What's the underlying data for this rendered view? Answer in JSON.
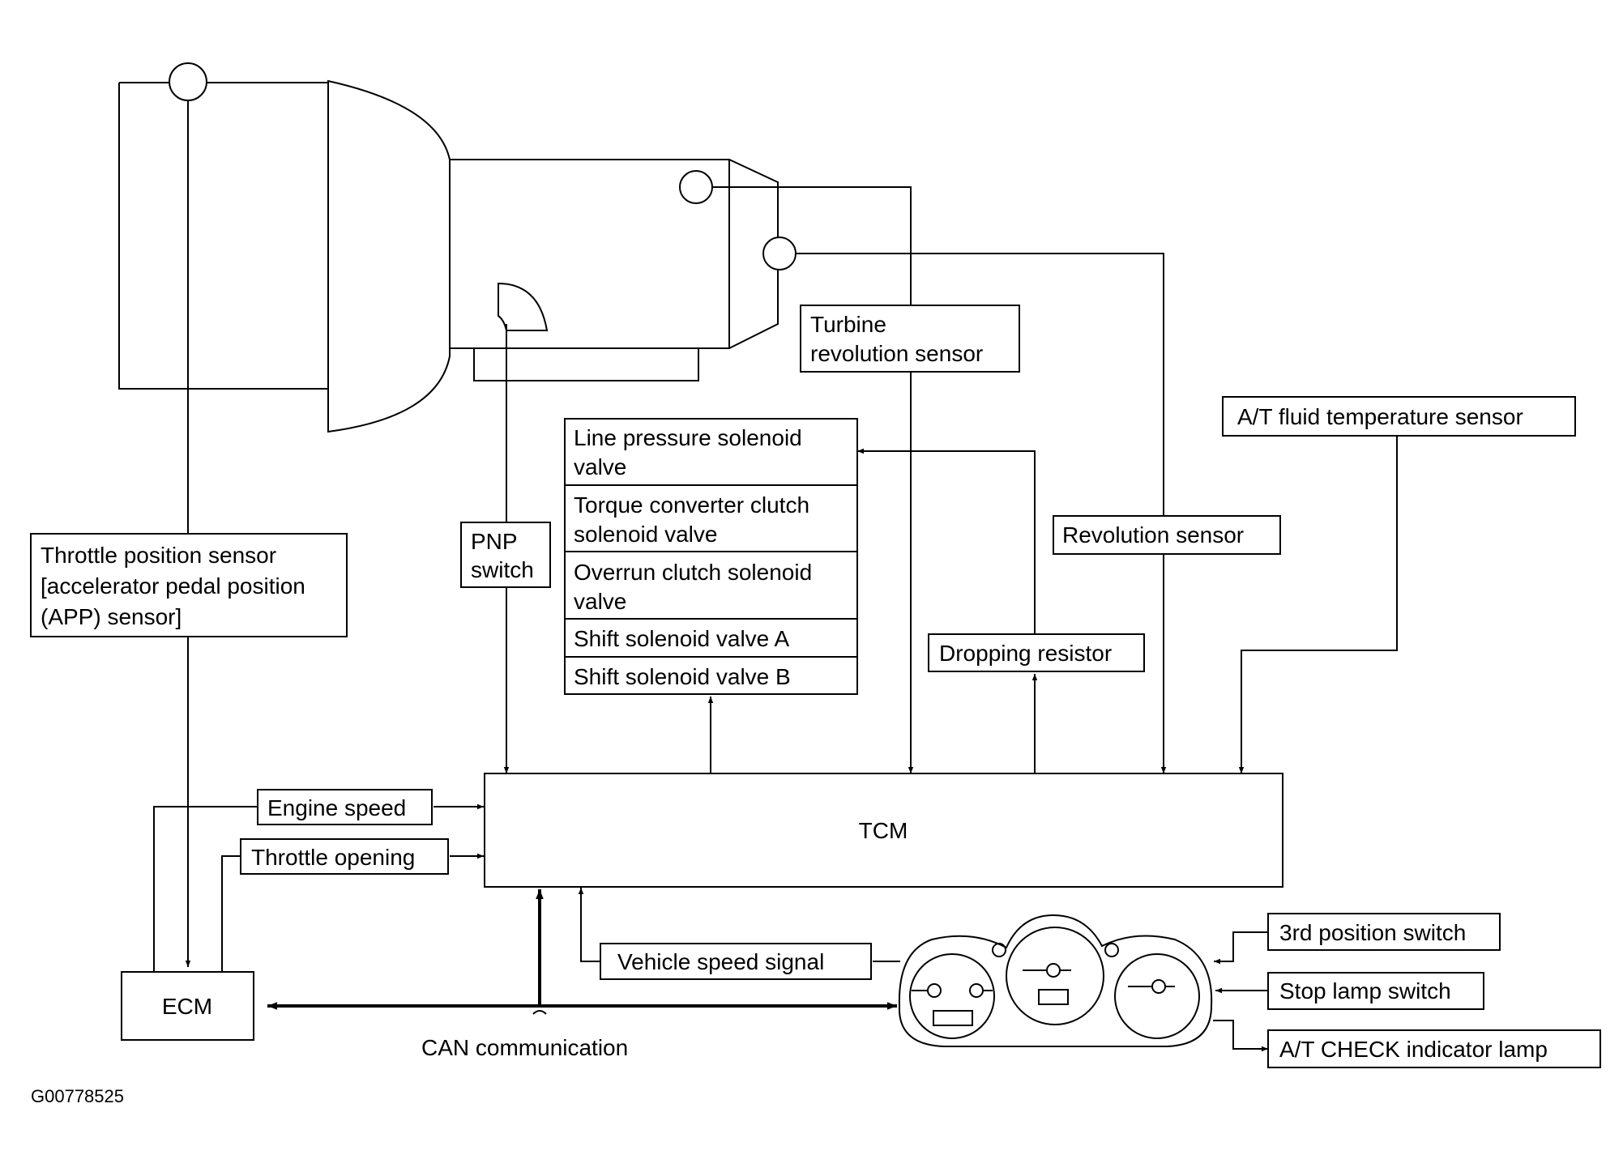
{
  "labels": {
    "tps_line1": "Throttle position sensor",
    "tps_line2": "[accelerator pedal position",
    "tps_line3": "(APP) sensor]",
    "pnp_line1": "PNP",
    "pnp_line2": "switch",
    "turbine_line1": "Turbine",
    "turbine_line2": "revolution sensor",
    "at_fluid_temp": "A/T fluid temperature sensor",
    "revolution_sensor": "Revolution sensor",
    "dropping_resistor": "Dropping resistor",
    "tcm": "TCM",
    "ecm": "ECM",
    "engine_speed": "Engine speed",
    "throttle_opening": "Throttle opening",
    "vehicle_speed_signal": "Vehicle speed signal",
    "can_communication": "CAN communication",
    "third_position_switch": "3rd position switch",
    "stop_lamp_switch": "Stop lamp switch",
    "at_check_lamp": "A/T CHECK indicator lamp",
    "figure_id": "G00778525"
  },
  "solenoids": [
    {
      "line1": "Line pressure solenoid",
      "line2": "valve"
    },
    {
      "line1": "Torque converter clutch",
      "line2": "solenoid valve"
    },
    {
      "line1": "Overrun clutch solenoid",
      "line2": "valve"
    },
    {
      "line1": "Shift solenoid valve A",
      "line2": ""
    },
    {
      "line1": "Shift solenoid valve B",
      "line2": ""
    }
  ]
}
